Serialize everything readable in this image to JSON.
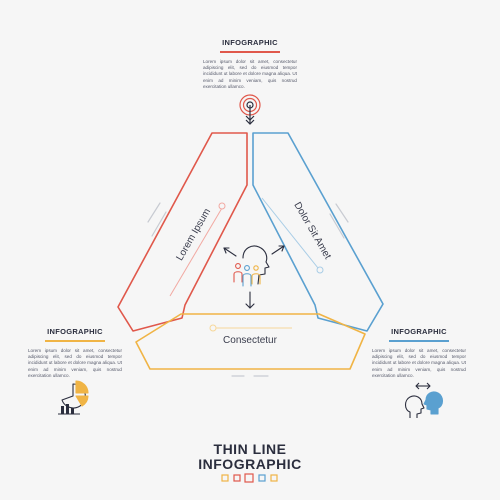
{
  "colors": {
    "red": "#e0584b",
    "blue": "#5aa0d0",
    "orange": "#f0b445",
    "dark": "#2b2e3e",
    "grey": "#c8cbd2"
  },
  "top_block": {
    "heading": "INFOGRAPHIC",
    "text": "Lorem ipsum dolor sit amet, consectetur adipiscing elit, sed do eiusmod tempor incididunt ut labore et dolore magna aliqua. Ut enim ad minim veniam, quis nostrud exercitation ullamco.",
    "icon": "target-icon"
  },
  "left_block": {
    "heading": "INFOGRAPHIC",
    "text": "Lorem ipsum dolor sit amet, consectetur adipiscing elit, sed do eiusmod tempor incididunt ut labore et dolore magna aliqua. Ut enim ad minim veniam, quis nostrud exercitation ullamco.",
    "icon": "pie-chart-icon"
  },
  "right_block": {
    "heading": "INFOGRAPHIC",
    "text": "Lorem ipsum dolor sit amet, consectetur adipiscing elit, sed do eiusmod tempor incididunt ut labore et dolore magna aliqua. Ut enim ad minim veniam, quis nostrud exercitation ullamco.",
    "icon": "heads-icon"
  },
  "segments": {
    "left_label": "Lorem Ipsum",
    "right_label": "Dolor Sit Amet",
    "bottom_label": "Consectetur"
  },
  "center_icon": "team-head-icon",
  "footer": {
    "line1": "THIN LINE",
    "line2": "INFOGRAPHIC"
  }
}
